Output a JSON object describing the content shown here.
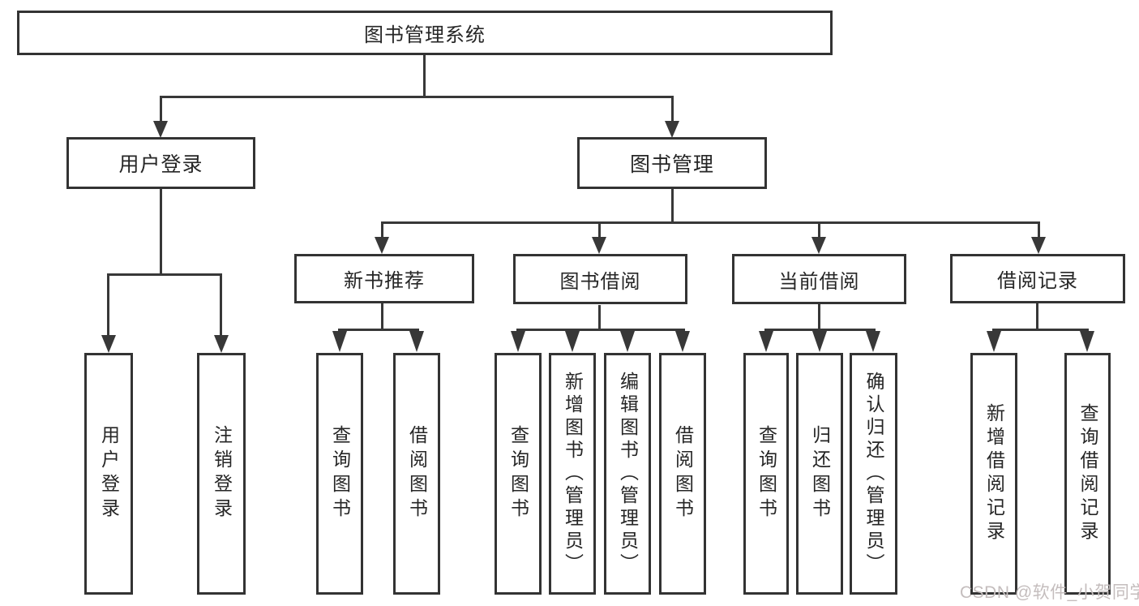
{
  "tree": {
    "label": "图书管理系统",
    "children": [
      {
        "label": "用户登录",
        "children": [
          {
            "label": "用户登录"
          },
          {
            "label": "注销登录"
          }
        ]
      },
      {
        "label": "图书管理",
        "children": [
          {
            "label": "新书推荐",
            "children": [
              {
                "label": "查询图书"
              },
              {
                "label": "借阅图书"
              }
            ]
          },
          {
            "label": "图书借阅",
            "children": [
              {
                "label": "查询图书"
              },
              {
                "label": "新增图书（管理员）"
              },
              {
                "label": "编辑图书（管理员）"
              },
              {
                "label": "借阅图书"
              }
            ]
          },
          {
            "label": "当前借阅",
            "children": [
              {
                "label": "查询图书"
              },
              {
                "label": "归还图书"
              },
              {
                "label": "确认归还（管理员）"
              }
            ]
          },
          {
            "label": "借阅记录",
            "children": [
              {
                "label": "新增借阅记录"
              },
              {
                "label": "查询借阅记录"
              }
            ]
          }
        ]
      }
    ]
  },
  "watermark": "CSDN @软件_小贺同学",
  "colors": {
    "line": "#383838",
    "border": "#333333",
    "text": "#262626",
    "watermark": "#c4bdbd",
    "background": "#ffffff"
  }
}
